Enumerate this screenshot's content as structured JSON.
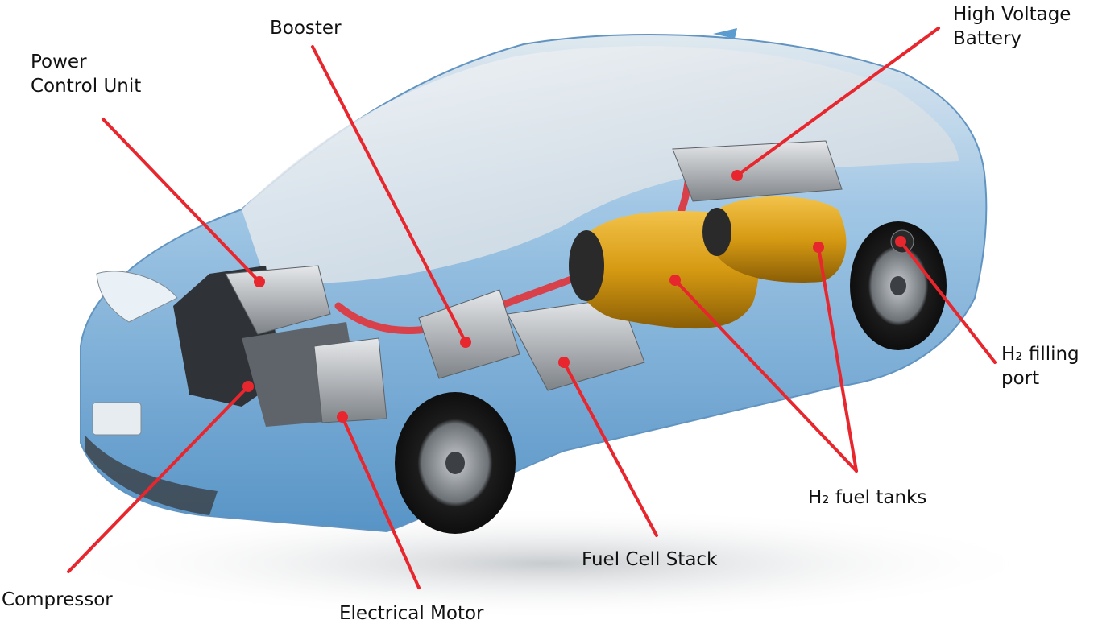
{
  "callouts": {
    "power_control_unit": {
      "line1": "Power",
      "line2": "Control Unit"
    },
    "booster": "Booster",
    "high_voltage_battery": {
      "line1": "High Voltage",
      "line2": "Battery"
    },
    "h2_filling_port": {
      "line1": "H₂ filling",
      "line2": "port"
    },
    "h2_fuel_tanks": "H₂ fuel tanks",
    "fuel_cell_stack": "Fuel Cell Stack",
    "electrical_motor": "Electrical Motor",
    "compressor": "Compressor"
  },
  "colors": {
    "leader_line": "#e8262d",
    "car_body": "#6fa9d6",
    "car_glass": "#e9eef2",
    "tank": "#d9a21e",
    "metal": "#9a9ea3",
    "tire": "#1e1e1e",
    "cable": "#d8404a"
  }
}
